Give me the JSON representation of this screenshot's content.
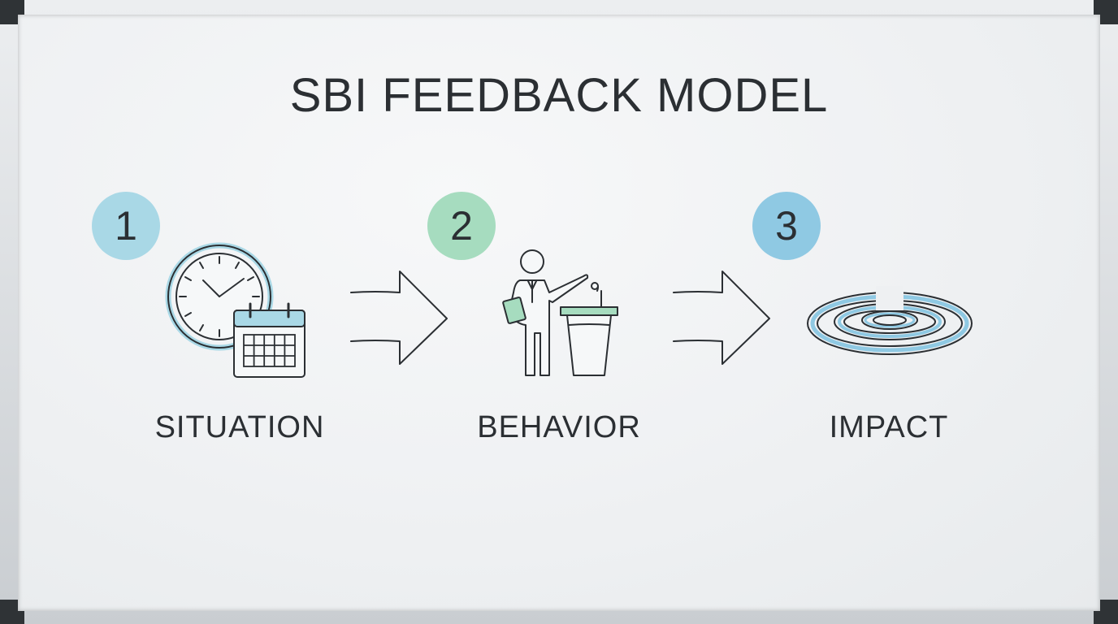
{
  "title": "SBI FEEDBACK MODEL",
  "steps": [
    {
      "number": "1",
      "label": "SITUATION",
      "icon": "clock-calendar-icon",
      "color": "#a9d8e6"
    },
    {
      "number": "2",
      "label": "BEHAVIOR",
      "icon": "presenter-podium-icon",
      "color": "#a6dcbf"
    },
    {
      "number": "3",
      "label": "IMPACT",
      "icon": "ripple-icon",
      "color": "#8fc9e3"
    }
  ]
}
